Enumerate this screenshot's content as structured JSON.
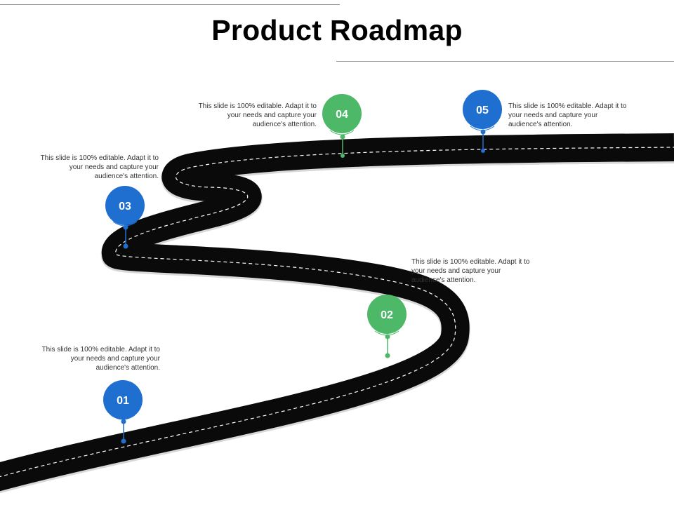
{
  "title": "Product Roadmap",
  "colors": {
    "blue": "#1f6fd1",
    "green": "#4cb868",
    "road": "#0a0a0a",
    "lane": "#ffffff"
  },
  "milestones": [
    {
      "label": "01",
      "color": "blue",
      "text": "This slide is 100% editable.  Adapt it to your needs and capture your audience's attention."
    },
    {
      "label": "02",
      "color": "green",
      "text": "This slide is 100% editable.  Adapt it to your needs and capture your audience's attention."
    },
    {
      "label": "03",
      "color": "blue",
      "text": "This slide is 100% editable.  Adapt it to your needs and capture your audience's attention."
    },
    {
      "label": "04",
      "color": "green",
      "text": "This slide is 100% editable.  Adapt it to your needs and capture your audience's attention."
    },
    {
      "label": "05",
      "color": "blue",
      "text": "This slide is 100% editable.  Adapt it to your needs and capture your audience's attention."
    }
  ]
}
